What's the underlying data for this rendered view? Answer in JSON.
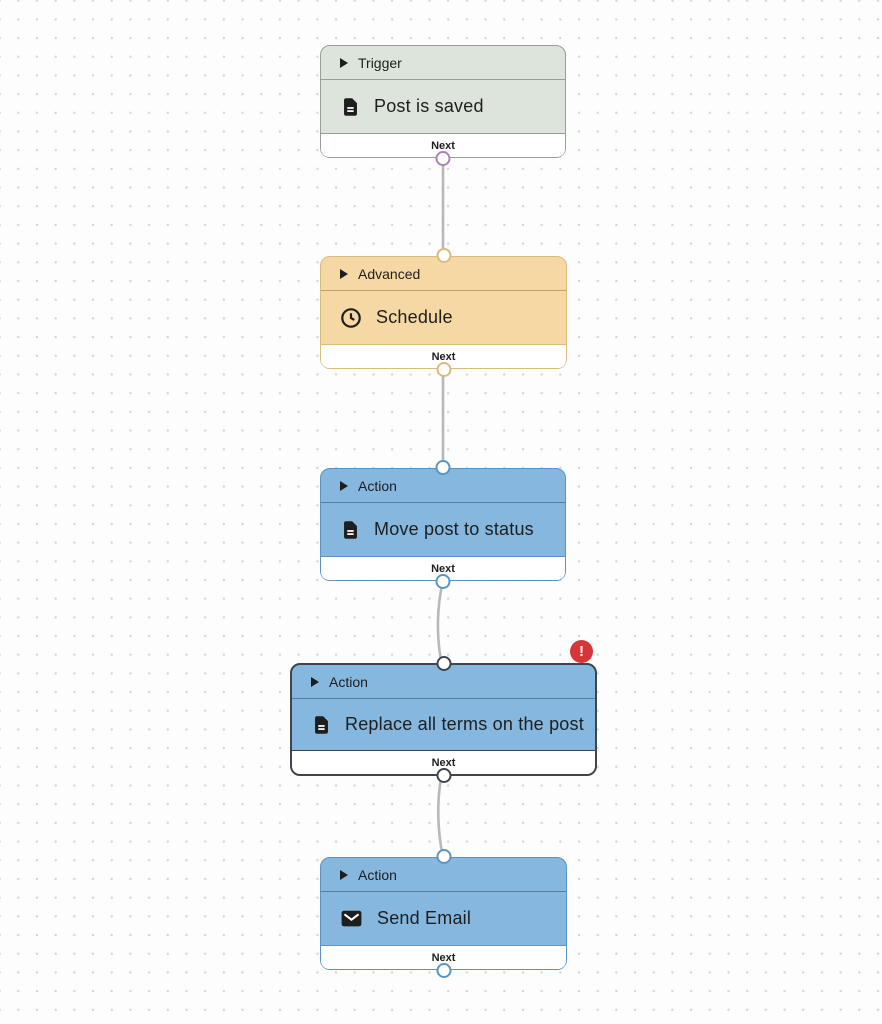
{
  "canvas": {
    "background": "#fdfdfd",
    "dot_color": "#d6d6d6",
    "connection_color": "#b8b8b8"
  },
  "error_color": "#d63638",
  "nodes": [
    {
      "category": "Trigger",
      "title": "Post is saved",
      "footer_label": "Next",
      "icon": "document-icon",
      "colors": {
        "bg": "#dde4db",
        "border": "#96a096",
        "divider": "#96a096",
        "port": "#ad82b5"
      }
    },
    {
      "category": "Advanced",
      "title": "Schedule",
      "footer_label": "Next",
      "icon": "clock-icon",
      "colors": {
        "bg": "#f5d8a3",
        "border": "#dcba7e",
        "divider": "#c2a063",
        "port": "#dcba7e"
      }
    },
    {
      "category": "Action",
      "title": "Move post to status",
      "footer_label": "Next",
      "icon": "document-icon",
      "colors": {
        "bg": "#85b7df",
        "border": "#5b94c3",
        "divider": "#567f9e",
        "port": "#5b94c3"
      }
    },
    {
      "category": "Action",
      "title": "Replace all terms on the post",
      "footer_label": "Next",
      "icon": "document-icon",
      "error_badge": "!",
      "selected": true,
      "colors": {
        "bg": "#85b7df",
        "border": "#40454c",
        "divider": "#567f9e",
        "port": "#40454c"
      }
    },
    {
      "category": "Action",
      "title": "Send Email",
      "footer_label": "Next",
      "icon": "envelope-icon",
      "colors": {
        "bg": "#85b7df",
        "border": "#5b94c3",
        "divider": "#567f9e",
        "port": "#5b94c3"
      }
    }
  ]
}
